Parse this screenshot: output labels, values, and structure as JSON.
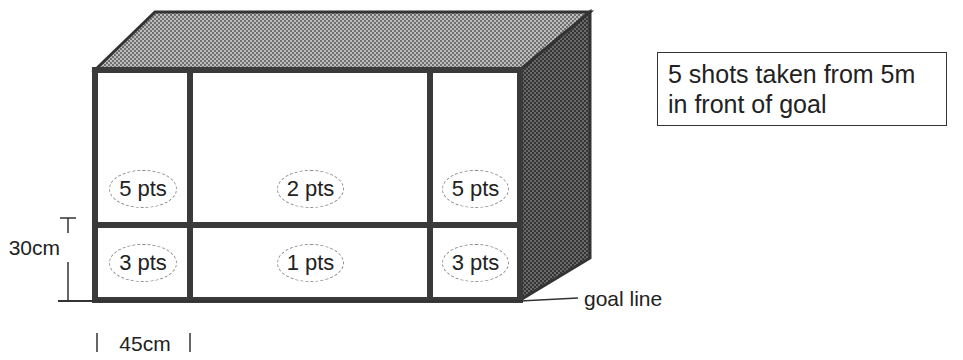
{
  "diagram": {
    "nodes": [
      {
        "text": [
          "5 pts"
        ]
      },
      {
        "text": [
          "2 pts"
        ]
      },
      {
        "text": [
          "5 pts"
        ]
      },
      {
        "text": [
          "3 pts"
        ]
      },
      {
        "text": [
          "1 pts"
        ]
      },
      {
        "text": [
          "3 pts"
        ]
      },
      {
        "text": [
          "5 shots taken from 5m in front of goal"
        ]
      }
    ],
    "labels": [
      "30cm",
      "45cm",
      "goal line"
    ]
  }
}
